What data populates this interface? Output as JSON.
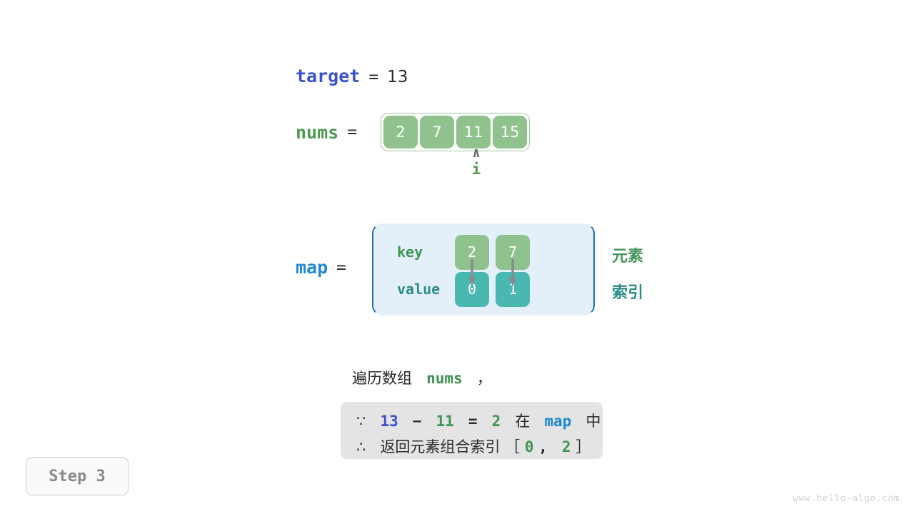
{
  "target": {
    "name": "target",
    "equals": "=",
    "value": "13"
  },
  "nums": {
    "name": "nums",
    "equals": "=",
    "cells": [
      "2",
      "7",
      "11",
      "15"
    ],
    "pointer": {
      "caret": "∧",
      "label": "i",
      "index": 2
    }
  },
  "map": {
    "name": "map",
    "equals": "=",
    "key_label": "key",
    "value_label": "value",
    "keys": [
      "2",
      "7"
    ],
    "values": [
      "0",
      "1"
    ],
    "annotation_elements": "元素",
    "annotation_indices": "索引"
  },
  "caption": {
    "prefix": "遍历数组",
    "highlight": "nums",
    "suffix": "，"
  },
  "note": {
    "line1": {
      "because_symbol": "∵",
      "a": "13",
      "minus": "−",
      "b": "11",
      "eq": "=",
      "c": "2",
      "in_word": "在",
      "map_word": "map",
      "tail_word": "中"
    },
    "line2": {
      "therefore_symbol": "∴",
      "text": "返回元素组合索引",
      "bracket_open": "［",
      "i0": "0",
      "comma": ",",
      "i1": "2",
      "bracket_close": "］"
    }
  },
  "step_badge": "Step 3",
  "watermark": "www.hello-algo.com",
  "colors": {
    "blue_var": "#3B52D0",
    "green_var": "#4C9C52",
    "light_blue_var": "#2088D4",
    "array_cell": "#8FC28C",
    "map_value_cell": "#48B8B1",
    "map_panel_bg": "#E3F0FA",
    "map_panel_border": "#1F6FBF",
    "note_bg": "#E4E4E4"
  }
}
